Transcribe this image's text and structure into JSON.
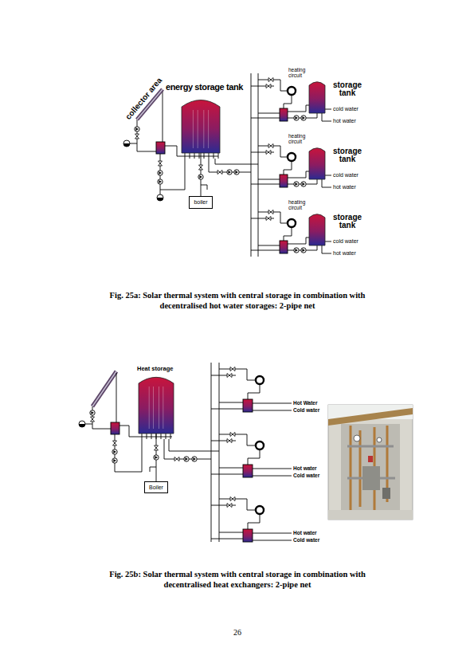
{
  "diagram": {
    "nodes": [
      {
        "text": [
          "collector area"
        ]
      },
      {
        "text": [
          "energy storage tank"
        ]
      },
      {
        "text": [
          "storage tank"
        ]
      },
      {
        "text": [
          "storage tank"
        ]
      },
      {
        "text": [
          "boiler"
        ]
      },
      {
        "text": [
          "storage tank"
        ]
      },
      {
        "text": [
          "Heat storage"
        ]
      },
      {
        "text": [
          "Boiler"
        ]
      }
    ],
    "edges": [
      {
        "from": 1,
        "to": 4,
        "arrow": "none"
      },
      {
        "from": 6,
        "to": 7,
        "arrow": "none"
      }
    ],
    "labels": [
      "heating circuit",
      "cold water",
      "hot water",
      "heating circuit",
      "cold water",
      "hot water",
      "heating circuit",
      "cold water",
      "hot water",
      "Fig. 25a: Solar thermal system with central storage in combination with decentralised hot water storages: 2-pipe net",
      "Hot Water",
      "Cold water",
      "Hot water",
      "Cold water",
      "Hot water",
      "Cold water",
      "Fig. 25b: Solar thermal system with central storage in combination with decentralised heat exchangers: 2-pipe net",
      "26"
    ]
  }
}
